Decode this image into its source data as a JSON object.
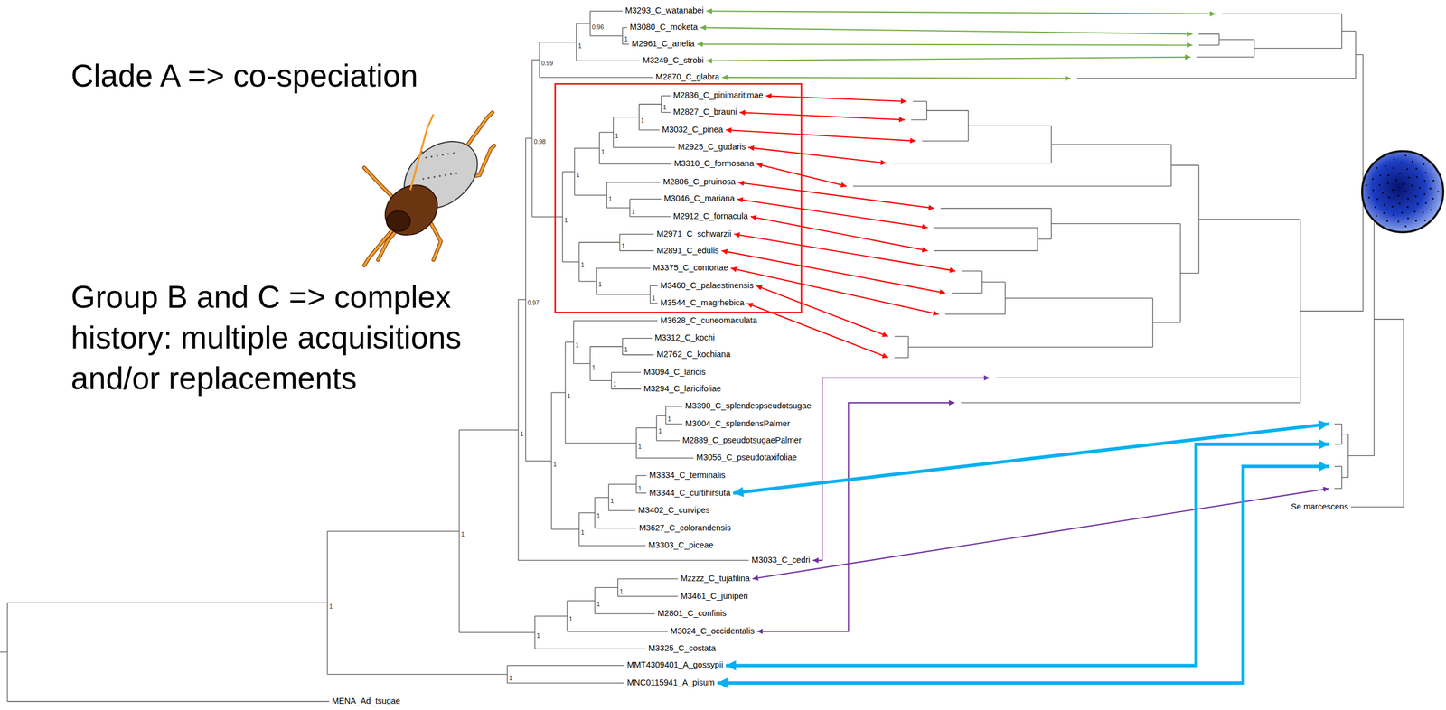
{
  "diagram": {
    "labels": [
      "Clade A => co-speciation",
      "Group B and C => complex history: multiple acquisitions and/or replacements",
      "M3293_C_watanabei",
      "M3080_C_moketa",
      "M2961_C_anelia",
      "M3249_C_strobi",
      "M2870_C_glabra",
      "M2836_C_pinimaritimae",
      "M2827_C_brauni",
      "M3032_C_pinea",
      "M2925_C_gudaris",
      "M3310_C_formosana",
      "M2806_C_pruinosa",
      "M3046_C_mariana",
      "M2912_C_fornacula",
      "M2971_C_schwarzii",
      "M2891_C_edulis",
      "M3375_C_contortae",
      "M3460_C_palaestinensis",
      "M3544_C_magrhebica",
      "M3628_C_cuneomaculata",
      "M3312_C_kochi",
      "M2762_C_kochiana",
      "M3094_C_laricis",
      "M3294_C_laricifoliae",
      "M3390_C_splendespseudotsugae",
      "M3004_C_splendensPalmer",
      "M2889_C_pseudotsugaePalmer",
      "M3056_C_pseudotaxifoliae",
      "M3334_C_terminalis",
      "M3344_C_curtihirsuta",
      "M3402_C_curvipes",
      "M3627_C_colorandensis",
      "M3303_C_piceae",
      "M3033_C_cedri",
      "Mzzzz_C_tujafilina",
      "M3461_C_juniperi",
      "M2801_C_confinis",
      "M3024_C_occidentalis",
      "M3325_C_costata",
      "MMT4309401_A_gossypii",
      "MNC0115941_A_pisum",
      "MENA_Ad_tsugae",
      "Se marcescens",
      "1",
      "1",
      "1",
      "0.97",
      "0.98",
      "0.99",
      "1",
      "0.96",
      "1",
      "1",
      "1",
      "1",
      "1",
      "1",
      "1",
      "1",
      "1",
      "1",
      "1",
      "1",
      "1",
      "1",
      "1",
      "1",
      "1",
      "1",
      "1",
      "1",
      "1",
      "1",
      "1",
      "1",
      "1",
      "1",
      "1",
      "1",
      "1",
      "1",
      "1"
    ]
  }
}
